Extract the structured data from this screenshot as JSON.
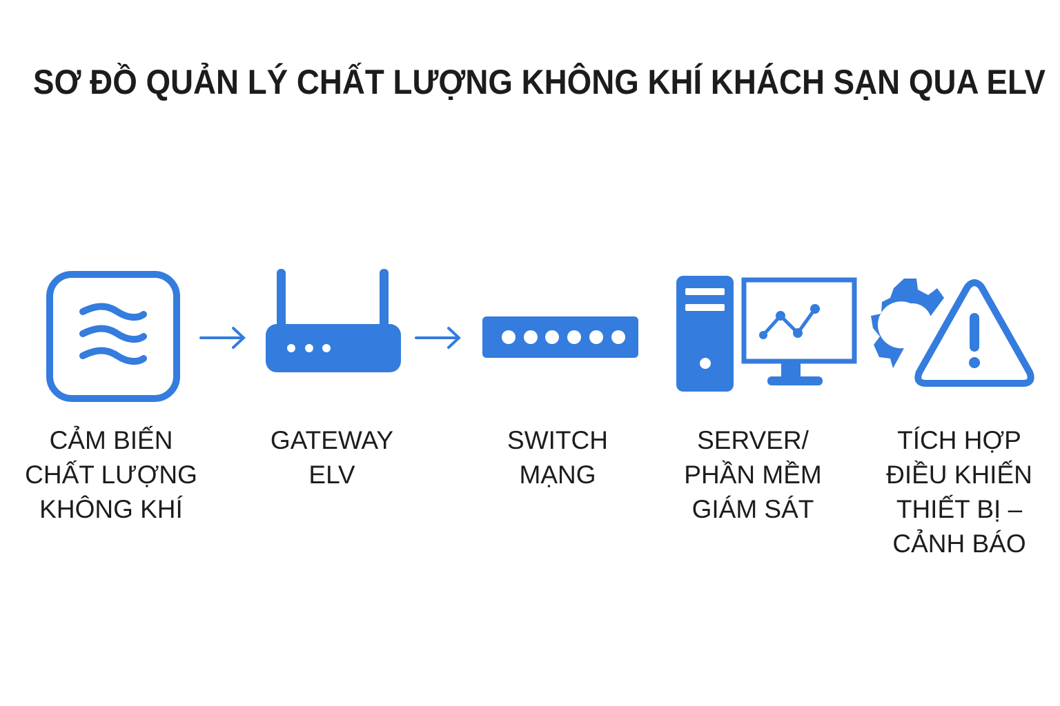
{
  "title": "SƠ ĐỒ QUẢN LÝ CHẤT LƯỢNG KHÔNG KHÍ KHÁCH SẠN QUA ELV",
  "colors": {
    "accent": "#347CDD",
    "text": "#1c1c1c"
  },
  "nodes": [
    {
      "icon": "air-quality-sensor-icon",
      "lines": [
        "CẢM BIẾN",
        "CHẤT LƯỢNG",
        "KHÔNG KHÍ"
      ]
    },
    {
      "icon": "router-icon",
      "lines": [
        "GATEWAY",
        "ELV"
      ]
    },
    {
      "icon": "network-switch-icon",
      "lines": [
        "SWITCH",
        "MẠNG"
      ]
    },
    {
      "icon": "server-monitor-icon",
      "lines": [
        "SERVER/",
        "PHẦN MỀM",
        "GIÁM SÁT"
      ]
    },
    {
      "icon": "gear-warning-icon",
      "lines": [
        "TÍCH HỢP",
        "ĐIỀU KHIẾN",
        "THIẾT BỊ –",
        "CẢNH BÁO"
      ]
    }
  ]
}
